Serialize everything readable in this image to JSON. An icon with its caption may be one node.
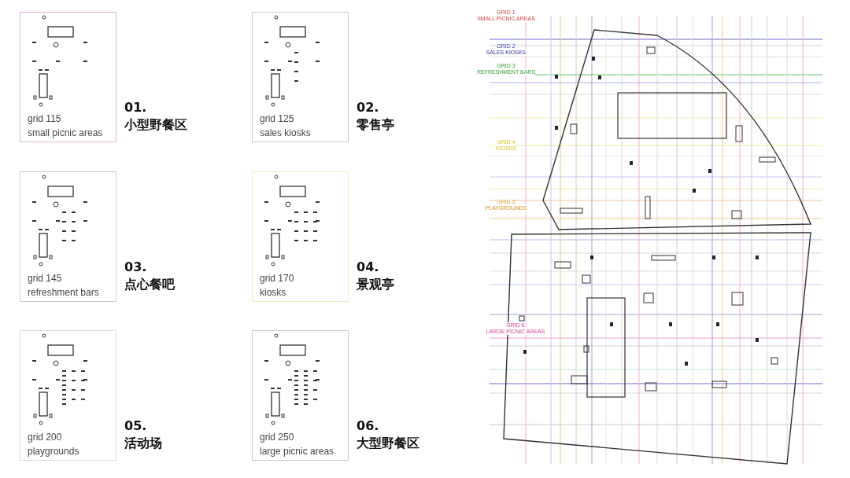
{
  "diagram": {
    "nodes": [
      {
        "text": [
          "grid 115",
          "small picnic areas"
        ],
        "beside": [
          "01.",
          "小型野餐区"
        ]
      },
      {
        "text": [
          "grid 125",
          "sales kiosks"
        ],
        "beside": [
          "02.",
          "零售亭"
        ]
      },
      {
        "text": [
          "grid 145",
          "refreshment bars"
        ],
        "beside": [
          "03.",
          "点心餐吧"
        ]
      },
      {
        "text": [
          "grid 170",
          "kiosks"
        ],
        "beside": [
          "04.",
          "景观亭"
        ]
      },
      {
        "text": [
          "grid 200",
          "playgrounds"
        ],
        "beside": [
          "05.",
          "活动场"
        ]
      },
      {
        "text": [
          "grid 250",
          "large picnic areas"
        ],
        "beside": [
          "06.",
          "大型野餐区"
        ]
      }
    ],
    "labels": [
      "GRID 1",
      "SMALL PICNIC AREAS",
      "GRID 2",
      "SALES KIOSKS",
      "GRID 3",
      "REFRESHMENT BARS",
      "GRID 4",
      "KIOSKS",
      "GRID 5",
      "PLAYGROUNDS",
      "GRID 6",
      "LARGE PICNIC AREAS"
    ]
  }
}
